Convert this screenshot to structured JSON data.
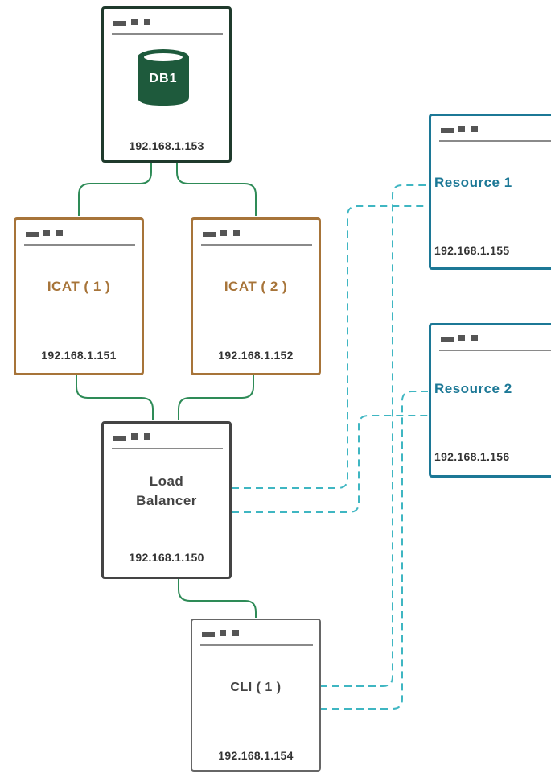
{
  "colors": {
    "db_border": "#1f3a2c",
    "db_fill": "#1e5a3c",
    "icat": "#a77439",
    "load_balancer": "#444444",
    "cli": "#666666",
    "resource": "#1c7896",
    "solid_link": "#2e8b57",
    "dashed_link": "#3fb6c2"
  },
  "nodes": {
    "db1": {
      "label": "DB1",
      "ip": "192.168.1.153",
      "icon": "database-icon"
    },
    "icat1": {
      "label": "ICAT ( 1 )",
      "ip": "192.168.1.151"
    },
    "icat2": {
      "label": "ICAT ( 2 )",
      "ip": "192.168.1.152"
    },
    "load_balancer": {
      "label_line1": "Load",
      "label_line2": "Balancer",
      "ip": "192.168.1.150"
    },
    "cli1": {
      "label": "CLI ( 1 )",
      "ip": "192.168.1.154"
    },
    "resource1": {
      "label": "Resource 1",
      "ip": "192.168.1.155"
    },
    "resource2": {
      "label": "Resource 2",
      "ip": "192.168.1.156"
    }
  }
}
